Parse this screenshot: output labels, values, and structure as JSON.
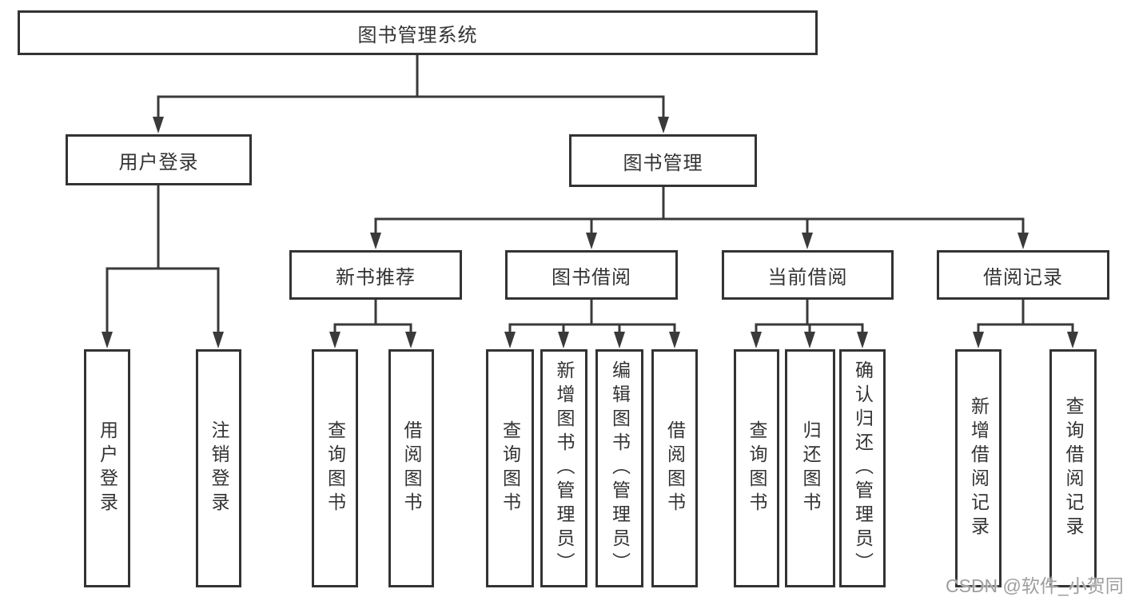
{
  "title": "图书管理系统",
  "tree": {
    "root": {
      "label": "图书管理系统"
    },
    "branches": [
      {
        "label": "用户登录",
        "children": [
          {
            "label": "用户登录"
          },
          {
            "label": "注销登录"
          }
        ]
      },
      {
        "label": "图书管理",
        "children": [
          {
            "label": "新书推荐",
            "children": [
              {
                "label": "查询图书"
              },
              {
                "label": "借阅图书"
              }
            ]
          },
          {
            "label": "图书借阅",
            "children": [
              {
                "label": "查询图书"
              },
              {
                "label": "新增图书（管理员）"
              },
              {
                "label": "编辑图书（管理员）"
              },
              {
                "label": "借阅图书"
              }
            ]
          },
          {
            "label": "当前借阅",
            "children": [
              {
                "label": "查询图书"
              },
              {
                "label": "归还图书"
              },
              {
                "label": "确认归还（管理员）"
              }
            ]
          },
          {
            "label": "借阅记录",
            "children": [
              {
                "label": "新增借阅记录"
              },
              {
                "label": "查询借阅记录"
              }
            ]
          }
        ]
      }
    ]
  },
  "watermark": "CSDN @软件_小贺同学",
  "colors": {
    "line": "#3a3a3a",
    "text": "#333333",
    "node_background": "#ffffff",
    "watermark_text": "#9e9e9e",
    "background": "#ffffff"
  }
}
